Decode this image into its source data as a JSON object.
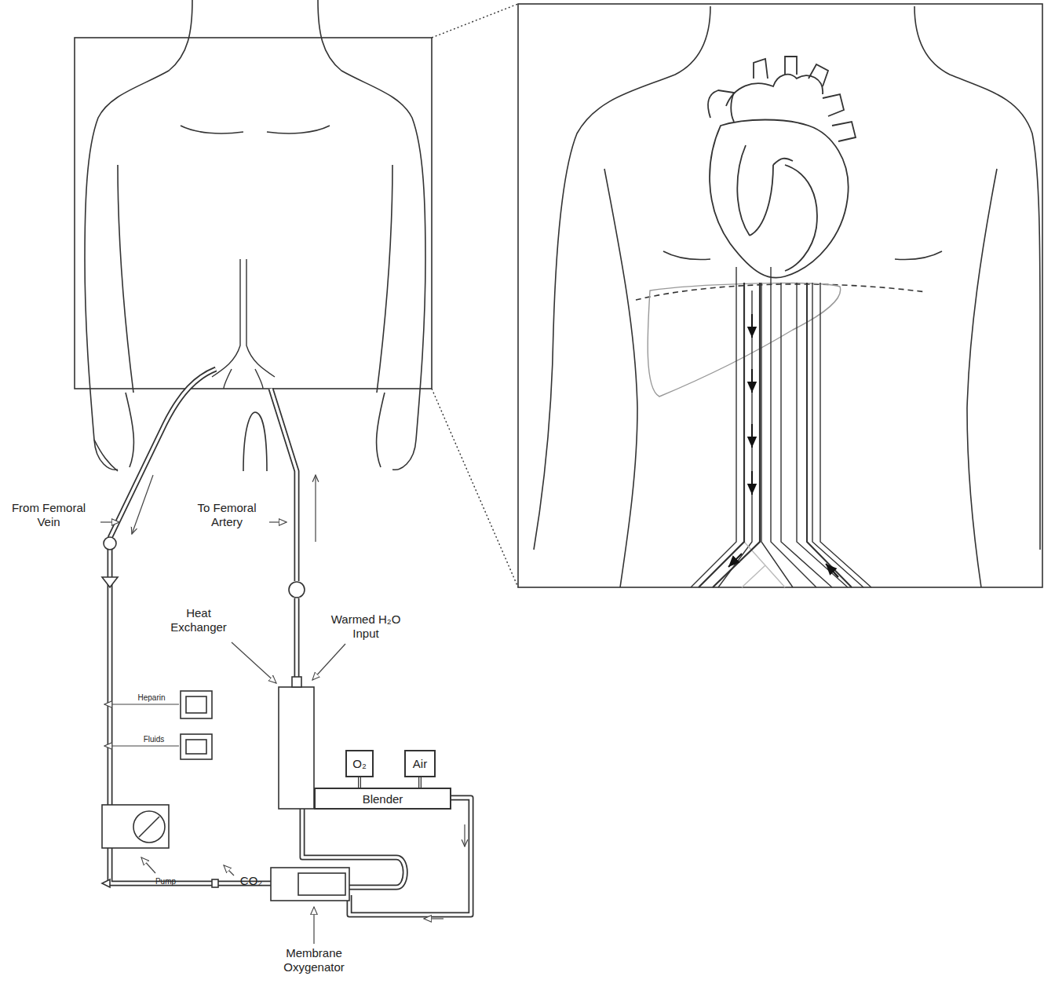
{
  "diagram": {
    "nodes": [
      {
        "text": [
          "O₂"
        ]
      },
      {
        "text": [
          "Air"
        ]
      },
      {
        "text": [
          "Blender"
        ]
      }
    ],
    "edges": [
      {
        "from": 0,
        "to": 2,
        "arrow": "none"
      },
      {
        "from": 1,
        "to": 2,
        "arrow": "none"
      }
    ],
    "labels": [
      "From Femoral Vein",
      "To Femoral Artery",
      "Heat Exchanger",
      "Warmed H₂O Input",
      "Heparin",
      "Fluids",
      "Pump",
      "CO₂",
      "Membrane Oxygenator"
    ]
  }
}
